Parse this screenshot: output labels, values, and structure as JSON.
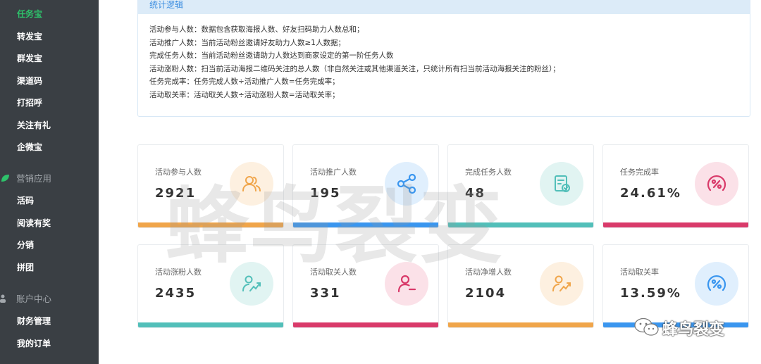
{
  "sidebar": {
    "items_top": [
      "任务宝",
      "转发宝",
      "群发宝",
      "渠道码",
      "打招呼",
      "关注有礼",
      "企微宝"
    ],
    "group_marketing": "营销应用",
    "items_marketing": [
      "活码",
      "阅读有奖",
      "分销",
      "拼团"
    ],
    "group_account": "账户中心",
    "items_account": [
      "财务管理",
      "我的订单"
    ]
  },
  "logic": {
    "title": "统计逻辑",
    "lines": [
      "活动参与人数：数据包含获取海报人数、好友扫码助力人数总和；",
      "活动推广人数：当前活动粉丝邀请好友助力人数≥1人数据；",
      "完成任务人数：当前活动粉丝邀请助力人数达到商家设定的第一阶任务人数",
      "活动涨粉人数：扫当前活动海报二维码关注的总人数（非自然关注或其他渠道关注，只统计所有扫当前活动海报关注的粉丝）；",
      "任务完成率：任务完成人数÷活动推广人数=任务完成率；",
      "活动取关率：活动取关人数÷活动涨粉人数=活动取关率；"
    ]
  },
  "cards": [
    {
      "label": "活动参与人数",
      "value": "2921",
      "icon": "users-icon",
      "color": "#f0a54a",
      "bg": "#fdf0e0"
    },
    {
      "label": "活动推广人数",
      "value": "195",
      "icon": "share-icon",
      "color": "#3a96ef",
      "bg": "#e0effd"
    },
    {
      "label": "完成任务人数",
      "value": "48",
      "icon": "task-check-icon",
      "color": "#52bfb9",
      "bg": "#e1f4f2"
    },
    {
      "label": "任务完成率",
      "value": "24.61%",
      "icon": "percent-gauge-icon",
      "color": "#d93a6a",
      "bg": "#fbe1e8"
    },
    {
      "label": "活动涨粉人数",
      "value": "2435",
      "icon": "user-growth-icon",
      "color": "#52bfb9",
      "bg": "#e1f4f2"
    },
    {
      "label": "活动取关人数",
      "value": "331",
      "icon": "user-minus-icon",
      "color": "#d93a6a",
      "bg": "#fbe1e8"
    },
    {
      "label": "活动净增人数",
      "value": "2104",
      "icon": "user-net-growth-icon",
      "color": "#f0a54a",
      "bg": "#fdf0e0"
    },
    {
      "label": "活动取关率",
      "value": "13.59%",
      "icon": "percent-gauge-icon",
      "color": "#3a96ef",
      "bg": "#e0effd"
    }
  ],
  "watermark": "蜂鸟裂变",
  "wechat_label": "蜂鸟裂变"
}
